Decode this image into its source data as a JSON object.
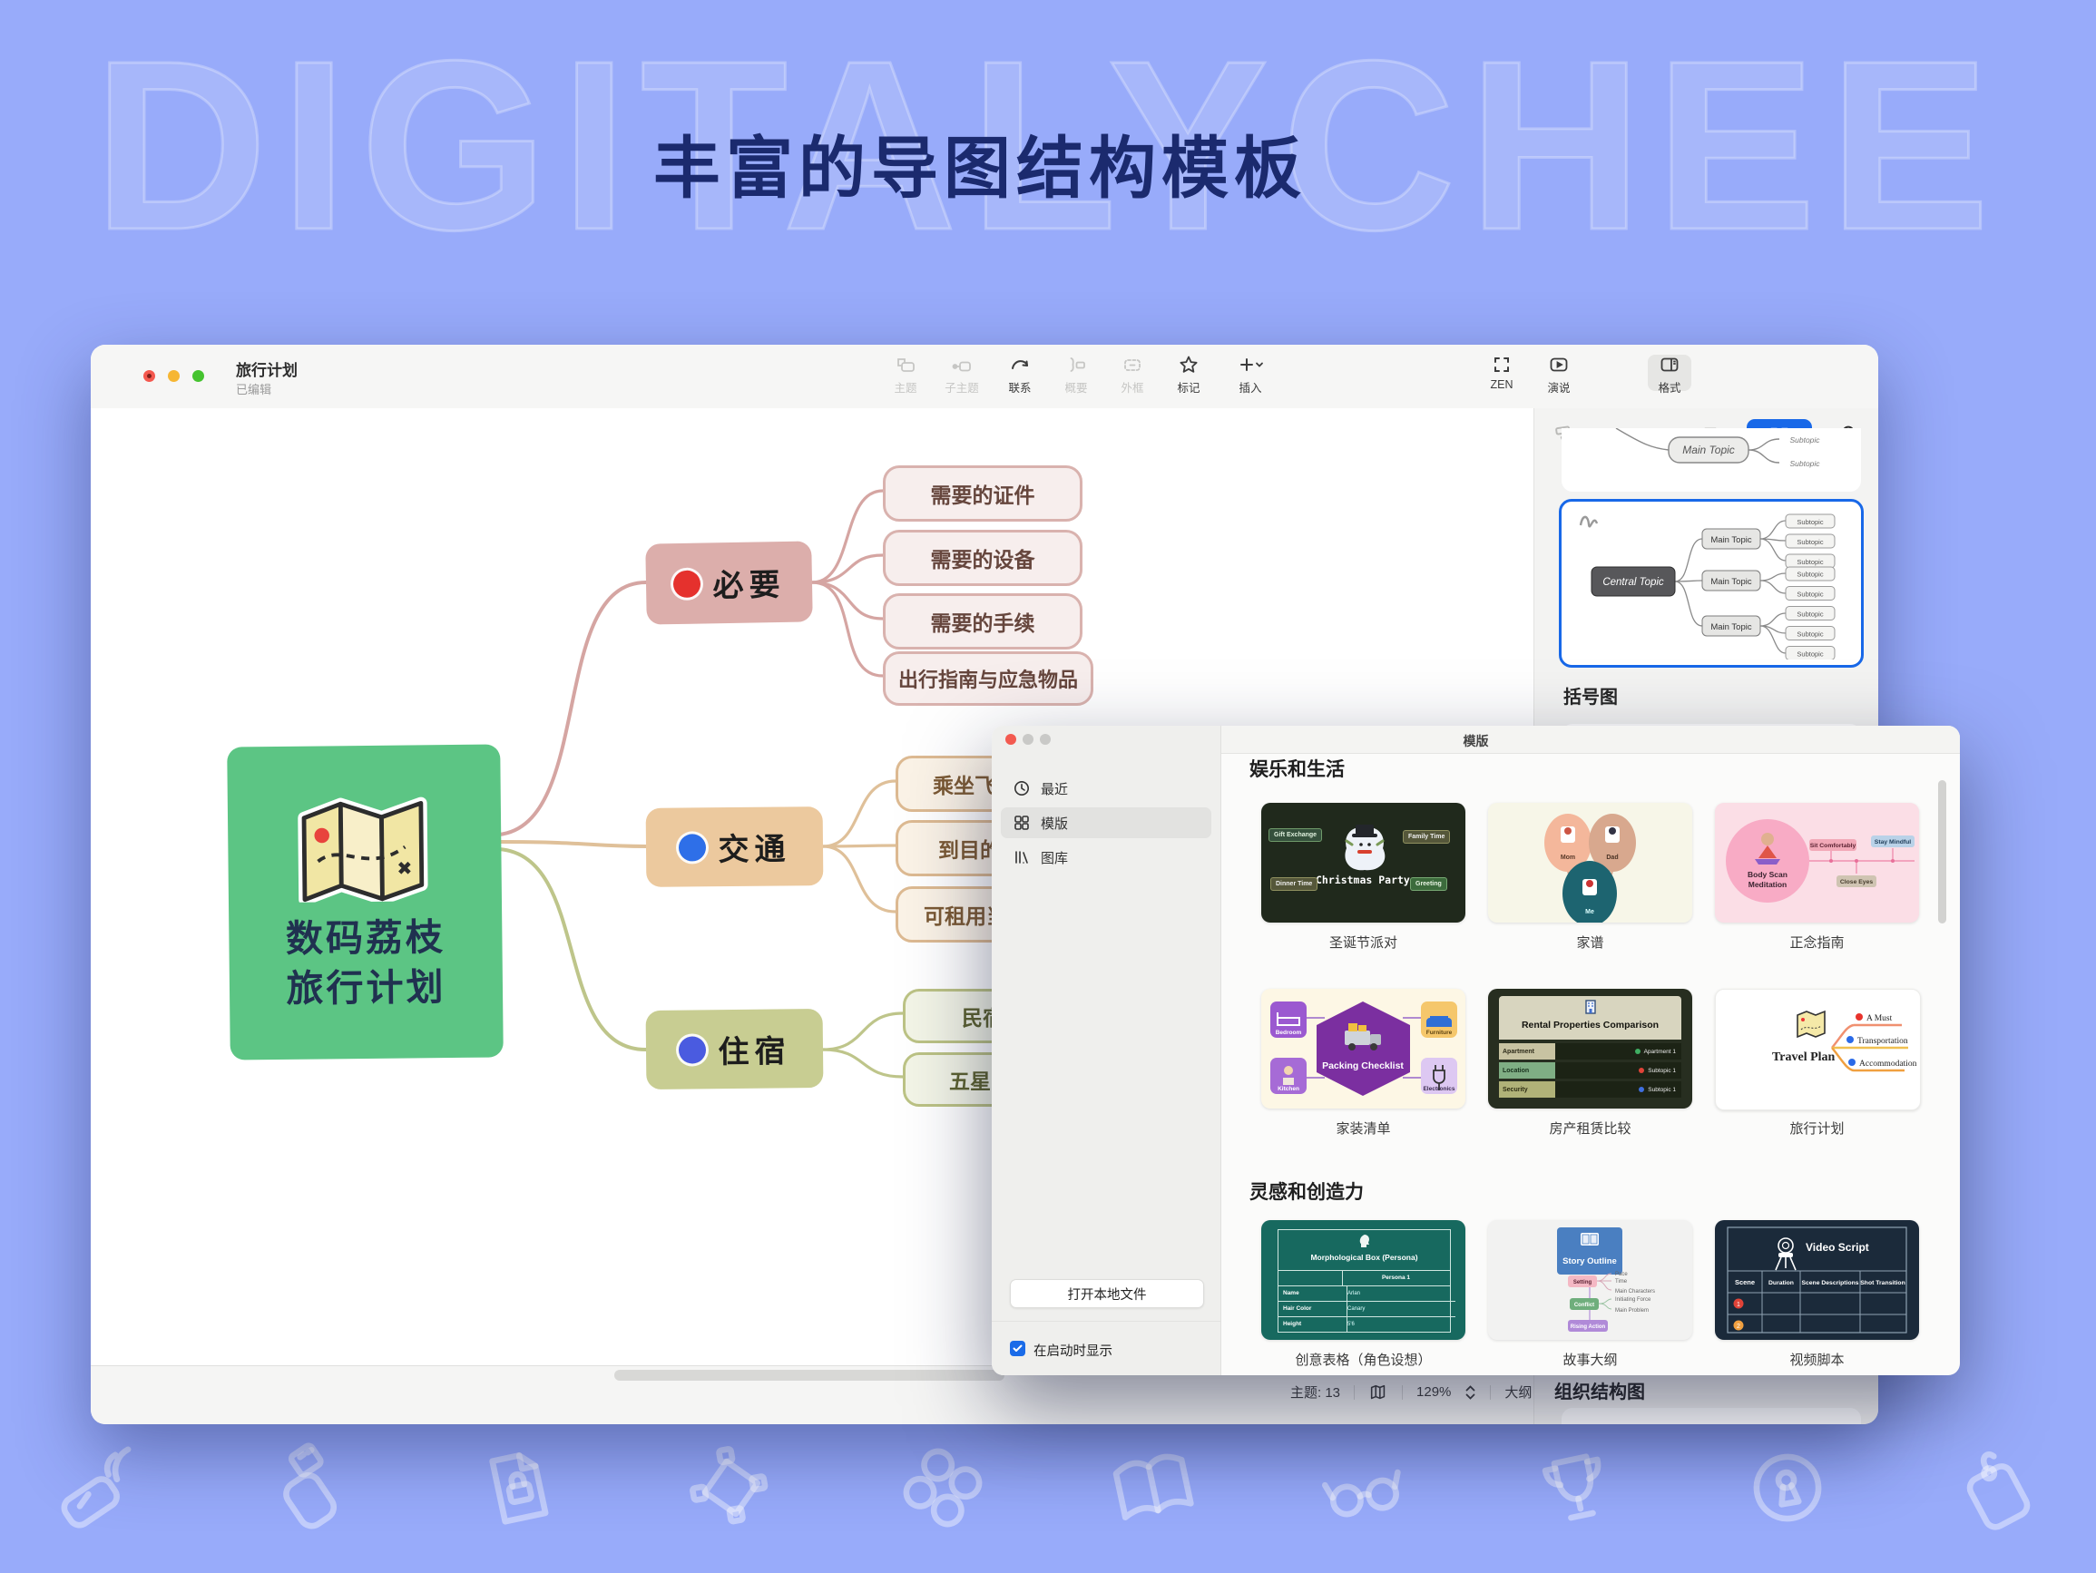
{
  "colors": {
    "accent": "#1868E8",
    "background": "#98ABFA",
    "headline": "#1B2A6E"
  },
  "hero": {
    "watermark": "DIGITALYCHEE",
    "headline": "丰富的导图结构模板"
  },
  "win": {
    "title": "旅行计划",
    "subtitle": "已编辑",
    "tools": {
      "topic": "主题",
      "subtopic": "子主题",
      "relation": "联系",
      "summary": "概要",
      "outer": "外框",
      "marker": "标记",
      "insert": "插入",
      "zen": "ZEN",
      "present": "演说",
      "format": "格式"
    },
    "status": {
      "topics": "主题: 13",
      "zoom": "129%",
      "outline": "大纲"
    }
  },
  "map": {
    "central1": "数码荔枝",
    "central2": "旅行计划",
    "b1": {
      "label": "必要",
      "s": [
        "需要的证件",
        "需要的设备",
        "需要的手续",
        "出行指南与应急物品"
      ]
    },
    "b2": {
      "label": "交通",
      "s": [
        "乘坐飞",
        "到目的",
        "可租用当"
      ]
    },
    "b3": {
      "label": "住宿",
      "s": [
        "民宿",
        "五星"
      ]
    }
  },
  "panel": {
    "tpl": {
      "central": "Central Topic",
      "main": "Main Topic",
      "sub": "Subtopic"
    },
    "bracket": "括号图",
    "org": "组织结构图"
  },
  "modal": {
    "title": "模版",
    "nav": {
      "recent": "最近",
      "templates": "模版",
      "library": "图库"
    },
    "open": "打开本地文件",
    "startup": "在启动时显示",
    "sec1": "娱乐和生活",
    "sec2": "灵感和创造力",
    "cards": {
      "christmas": {
        "label": "圣诞节派对",
        "title": "Christmas Party",
        "n1": "Gift Exchange",
        "n2": "Dinner Time",
        "n3": "Family Time",
        "n4": "Greeting"
      },
      "family": {
        "label": "家谱",
        "mom": "Mom",
        "dad": "Dad",
        "me": "Me"
      },
      "mindful": {
        "label": "正念指南",
        "t1": "Body Scan",
        "t2": "Meditation",
        "n1": "Sit Comfortably",
        "n2": "Close Eyes",
        "n3": "Stay Mindful"
      },
      "packing": {
        "label": "家装清单",
        "title": "Packing Checklist",
        "n1": "Bedroom",
        "n2": "Furniture",
        "n3": "Kitchen",
        "n4": "Electronics"
      },
      "rental": {
        "label": "房产租赁比较",
        "title": "Rental Properties Comparison",
        "r1": "Apartment",
        "r1v": "Apartment 1",
        "r2": "Location",
        "r2v": "Subtopic 1",
        "r3": "Security",
        "r3v": "Subtopic 1"
      },
      "travel": {
        "label": "旅行计划",
        "title": "Travel Plan",
        "n1": "A Must",
        "n2": "Transportation",
        "n3": "Accommodation"
      },
      "persona": {
        "label": "创意表格（角色设想）",
        "title": "Morphological Box (Persona)",
        "col": "Persona 1",
        "r1": "Name",
        "r1v": "Arlan",
        "r2": "Hair Color",
        "r2v": "Canary",
        "r3": "Height",
        "r3v": "5'6"
      },
      "story": {
        "label": "故事大纲",
        "title": "Story Outline",
        "n1": "Setting",
        "n1a": "Pace",
        "n1b": "Time",
        "n1c": "Main Characters",
        "n2": "Conflict",
        "n2a": "Initiating Force",
        "n2b": "Main Problem",
        "n3": "Rising Action"
      },
      "video": {
        "label": "视频脚本",
        "title": "Video Script",
        "h1": "Scene",
        "h2": "Duration",
        "h3": "Scene Descriptions",
        "h4": "Shot Transition",
        "b1": "1",
        "b2": "2"
      }
    }
  }
}
